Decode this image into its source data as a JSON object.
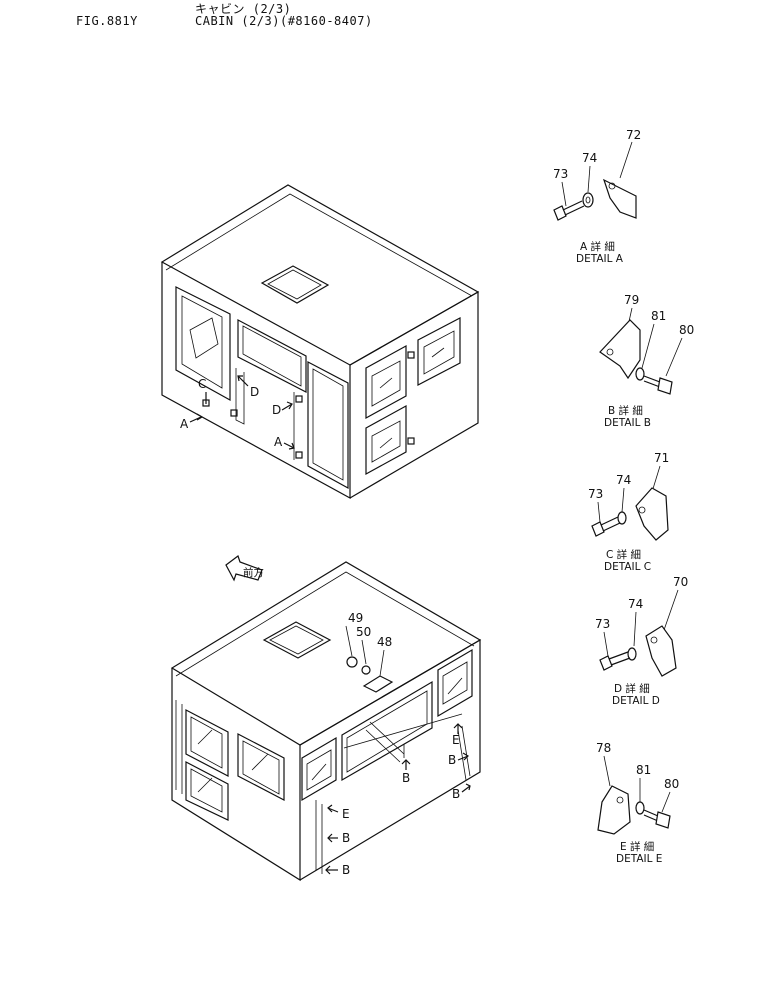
{
  "header": {
    "fig": "FIG.881Y",
    "title_jp": "キャビン (2/3)",
    "title_en": "CABIN (2/3)(#8160-8407)"
  },
  "callouts": {
    "p72": "72",
    "p73a": "73",
    "p74a": "74",
    "p79": "79",
    "p81b": "81",
    "p80b": "80",
    "p71": "71",
    "p73c": "73",
    "p74c": "74",
    "p70": "70",
    "p73d": "73",
    "p74d": "74",
    "p78": "78",
    "p81e": "81",
    "p80e": "80",
    "p49": "49",
    "p50": "50",
    "p48": "48"
  },
  "details": [
    {
      "jp": "A 詳 細",
      "en": "DETAIL A"
    },
    {
      "jp": "B 詳 細",
      "en": "DETAIL B"
    },
    {
      "jp": "C 詳 細",
      "en": "DETAIL C"
    },
    {
      "jp": "D 詳 細",
      "en": "DETAIL D"
    },
    {
      "jp": "E 詳 細",
      "en": "DETAIL E"
    }
  ],
  "markers": {
    "a1": "A",
    "a2": "A",
    "c1": "C",
    "d1": "D",
    "d2": "D",
    "b1": "B",
    "b2": "B",
    "b3": "B",
    "b4": "B",
    "b5": "B",
    "e1": "E",
    "e2": "E"
  },
  "front_arrow": "前方"
}
